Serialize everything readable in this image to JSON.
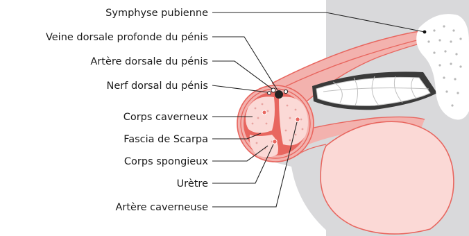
{
  "labels": [
    "Symphyse pubienne",
    "Veine dorsale profonde du pénis",
    "Artère dorsale du pénis",
    "Nerf dorsal du pénis",
    "Corps caverneux",
    "Fascia de Scarpa",
    "Corps spongieux",
    "Urètre",
    "Artère caverneuse"
  ],
  "colors": {
    "body_gray": "#d9d9db",
    "skin_pink": "#f3b2ae",
    "pale_pink": "#fbd9d6",
    "red_line": "#e8665f",
    "dark": "#3a3a3a",
    "bone": "#ffffff"
  }
}
